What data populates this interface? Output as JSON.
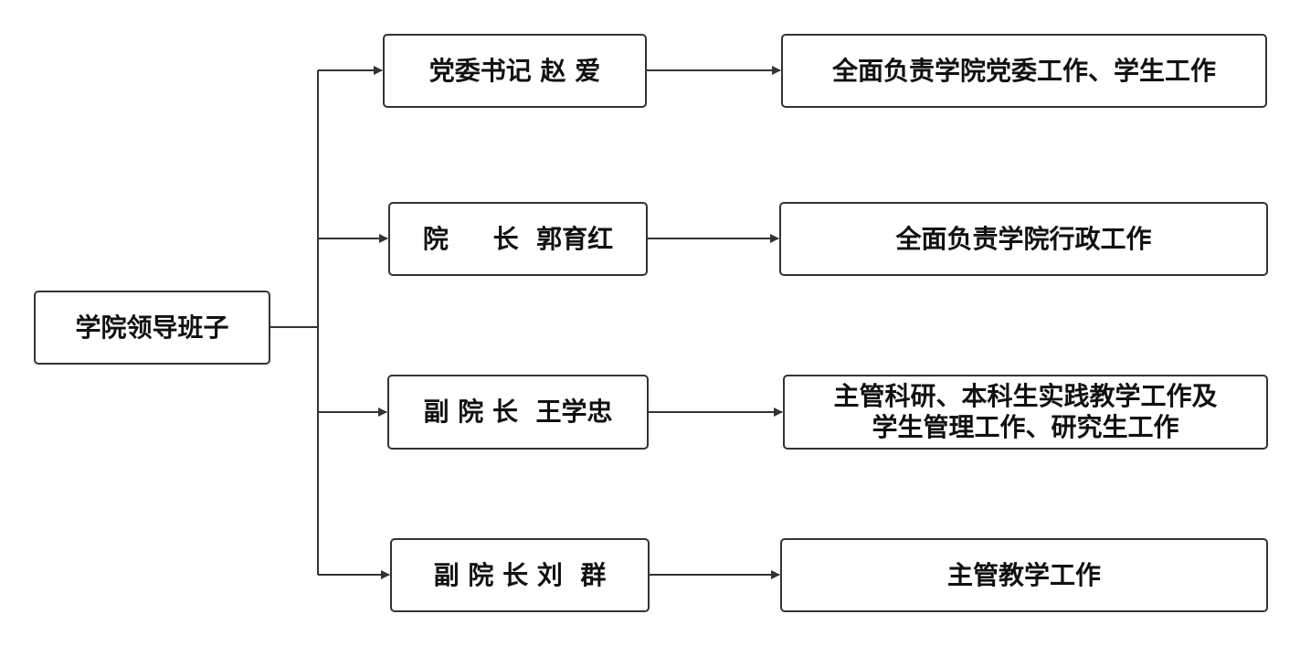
{
  "diagram": {
    "root": "学院领导班子",
    "roles": [
      {
        "title": "党委书记 赵 爱",
        "duty": "全面负责学院党委工作、学生工作"
      },
      {
        "title": "院     长  郭育红",
        "duty": "全面负责学院行政工作"
      },
      {
        "title": "副 院 长  王学忠",
        "duty": "主管科研、本科生实践教学工作及\n学生管理工作、研究生工作"
      },
      {
        "title": "副 院 长 刘  群",
        "duty": "主管教学工作"
      }
    ],
    "colors": {
      "stroke": "#333333",
      "text": "#111111",
      "background": "#ffffff"
    }
  }
}
